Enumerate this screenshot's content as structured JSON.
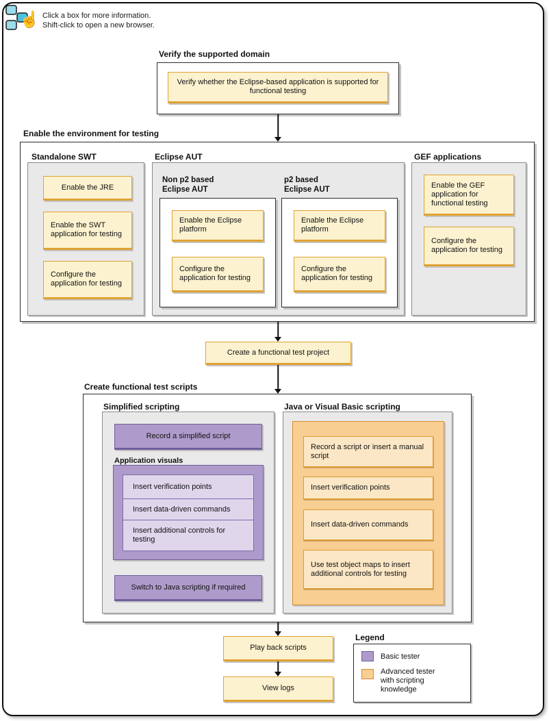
{
  "note": {
    "line1": "Click a box for more information.",
    "line2": "Shift-click to open a new browser."
  },
  "verify": {
    "heading": "Verify the supported domain",
    "box_label": "Verify whether the Eclipse-based application is supported for functional testing"
  },
  "enable": {
    "heading": "Enable the environment for testing",
    "standalone_swt": {
      "title": "Standalone SWT",
      "items": [
        "Enable the JRE",
        "Enable the SWT application for testing",
        "Configure the application for testing"
      ]
    },
    "eclipse_aut": {
      "title": "Eclipse AUT",
      "non_p2": {
        "title": "Non p2 based Eclipse AUT",
        "items": [
          "Enable the Eclipse platform",
          "Configure the application for testing"
        ]
      },
      "p2": {
        "title": "p2 based Eclipse AUT",
        "items": [
          "Enable the Eclipse platform",
          "Configure the application for testing"
        ]
      }
    },
    "gef": {
      "title": "GEF applications",
      "items": [
        "Enable the GEF application for functional testing",
        "Configure the application for testing"
      ]
    }
  },
  "flow": {
    "create_project": "Create a functional test project",
    "play_back": "Play back scripts",
    "view_logs": "View logs"
  },
  "scripts": {
    "heading": "Create functional test scripts",
    "simplified": {
      "title": "Simplified scripting",
      "record": "Record a simplified script",
      "application_visuals": {
        "title": "Application visuals",
        "items": [
          "Insert verification points",
          "Insert data-driven commands",
          "Insert additional controls for testing"
        ]
      },
      "switch": "Switch to Java scripting if required"
    },
    "java_vb": {
      "title": "Java or Visual Basic scripting",
      "items": [
        "Record a script or insert a manual script",
        "Insert verification points",
        "Insert data-driven commands",
        "Use test object maps to insert additional controls for testing"
      ]
    }
  },
  "legend": {
    "heading": "Legend",
    "items": [
      {
        "label": "Basic tester",
        "color": "#AF9BCB"
      },
      {
        "label": "Advanced tester with scripting knowledge",
        "color": "#F8CE92"
      }
    ]
  },
  "colors": {
    "cream_fill": "#FCF2CF",
    "gold_border": "#DFA233",
    "purple_fill": "#AF9BCB",
    "purple_border": "#6F5E9C",
    "lavender_fill": "#DFD6EC",
    "orange_fill": "#F8CE92",
    "orange_light": "#FBE7C5",
    "orange_border": "#D88E2C",
    "group_gray": "#E9E9E9"
  }
}
